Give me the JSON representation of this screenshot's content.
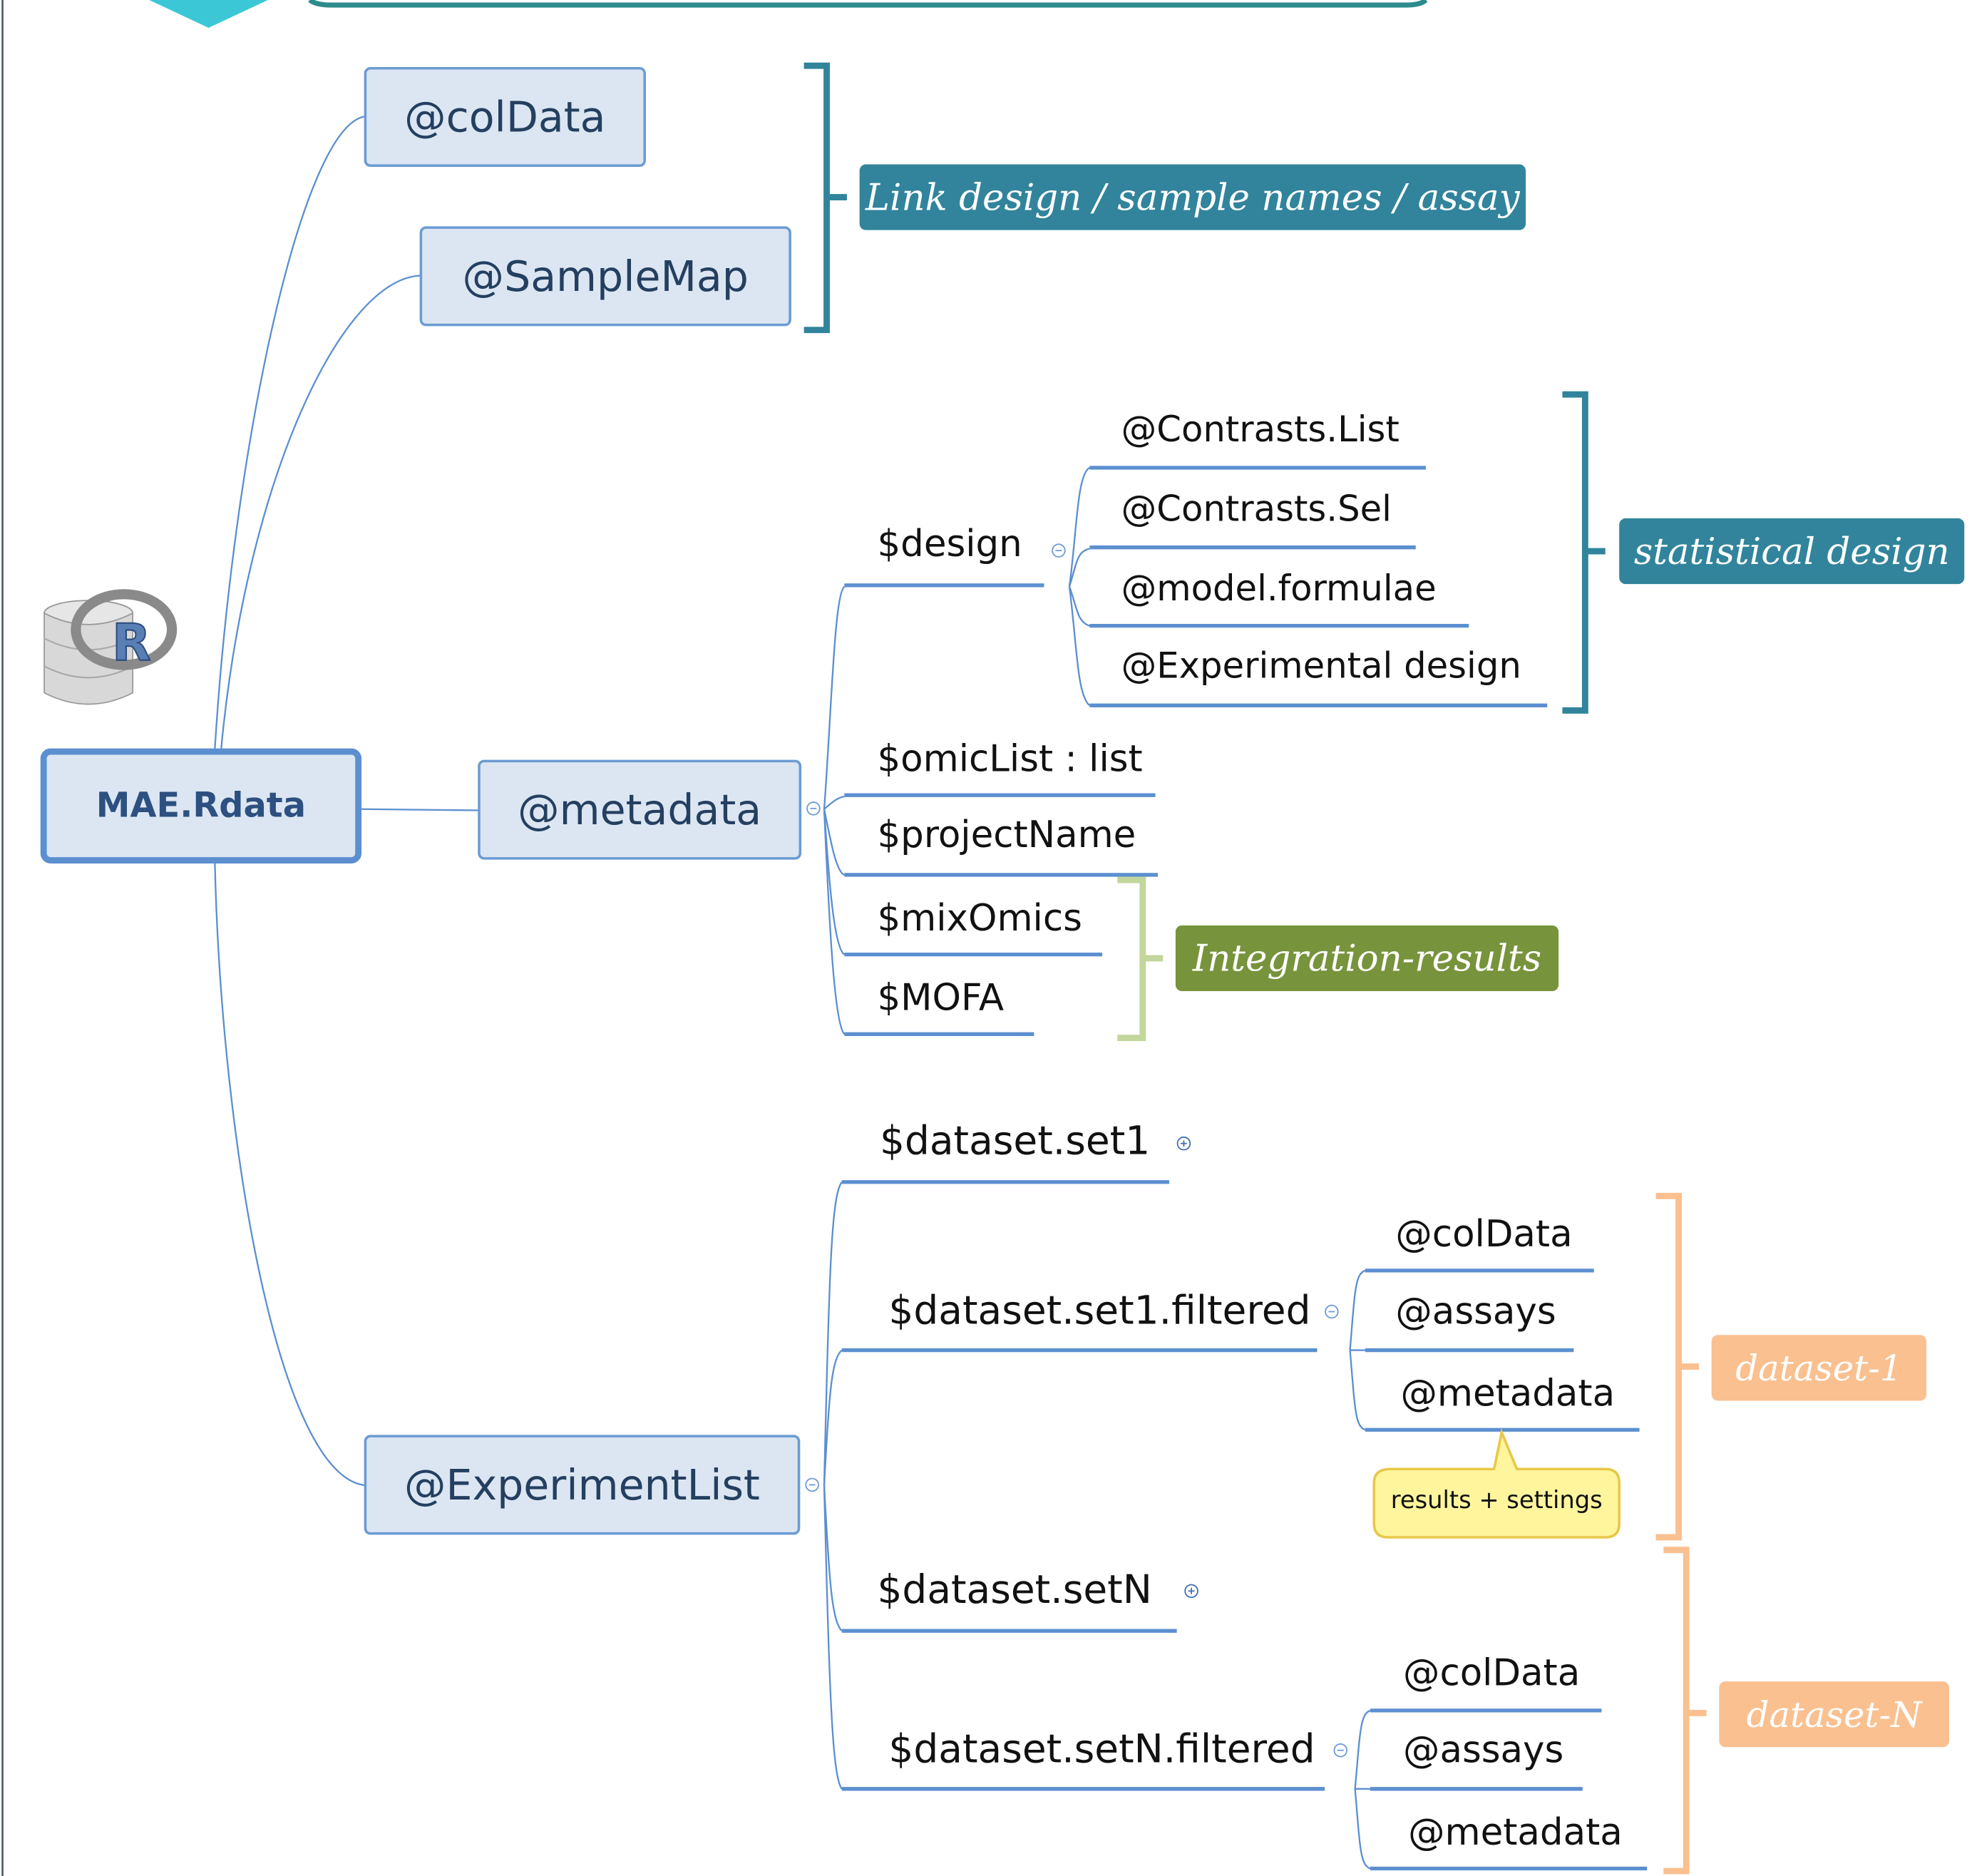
{
  "root": {
    "label": "MAE.Rdata"
  },
  "branches": {
    "coldata": "@colData",
    "samplemap": "@SampleMap",
    "metadata": "@metadata",
    "experimentlist": "@ExperimentList"
  },
  "metadata_children": {
    "design": "$design",
    "design_children": [
      "@Contrasts.List",
      "@Contrasts.Sel",
      "@model.formulae",
      "@Experimental design"
    ],
    "omiclist": "$omicList : list",
    "projectname": "$projectName",
    "mixomics": "$mixOmics",
    "mofa": "$MOFA"
  },
  "experiment_children": {
    "set1": "$dataset.set1",
    "set1_filtered": "$dataset.set1.filtered",
    "set1_filtered_children": [
      "@colData",
      "@assays",
      "@metadata"
    ],
    "setN": "$dataset.setN",
    "setN_filtered": "$dataset.setN.filtered",
    "setN_filtered_children": [
      "@colData",
      "@assays",
      "@metadata"
    ]
  },
  "callout": "results + settings",
  "tags": {
    "link": "Link design / sample names / assay",
    "stat": "statistical design",
    "integration": "Integration-results",
    "dataset1": "dataset-1",
    "datasetN": "dataset-N"
  },
  "icons": {
    "r_logo": "R",
    "colors": {
      "teal": "#31849b",
      "olive": "#77933c",
      "green_bracket": "#c3d69b",
      "orange": "#fac090",
      "line": "#5b8fd0",
      "box_fill": "#dce6f2",
      "callout": "#fff59d"
    }
  }
}
